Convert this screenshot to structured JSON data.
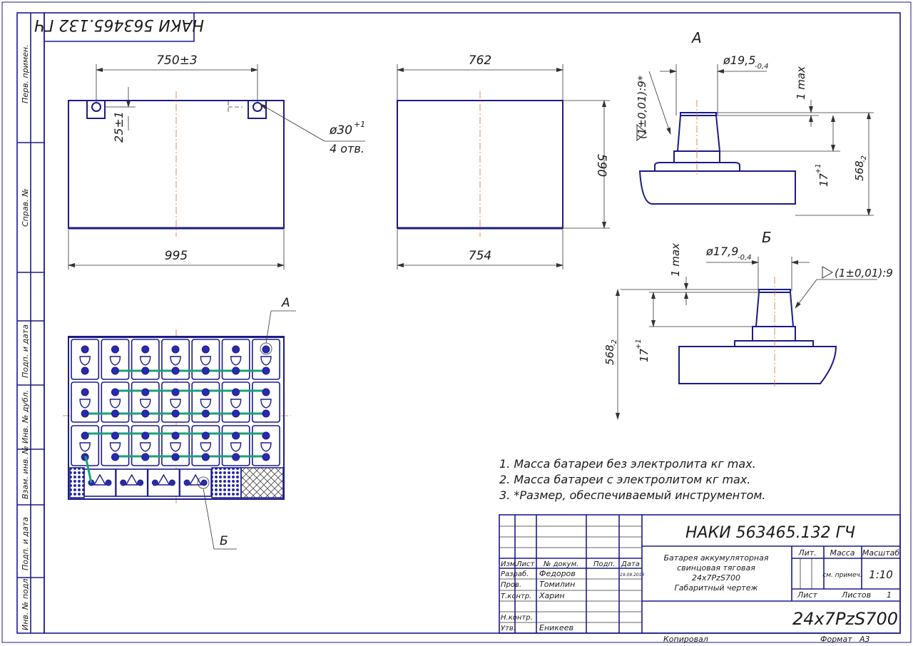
{
  "stamp": {
    "doc_number": "НАКИ 563465.132 ГЧ",
    "doc_number_mirrored": "НАКИ 563465.132 ГЧ",
    "description_lines": [
      "Батарея аккумуляторная",
      "свинцовая тяговая",
      "24х7PzS700",
      "Габаритный чертеж"
    ],
    "type_code": "24x7PzS700",
    "headers": {
      "izm": "Изм.",
      "list": "Лист",
      "n_dokum": "№ докум.",
      "podp": "Подп.",
      "data": "Дата"
    },
    "roles": {
      "razrab": "Разраб.",
      "prov": "Пров.",
      "tkontr": "Т.контр.",
      "nkontr": "Н.контр.",
      "utv": "Утв."
    },
    "names": {
      "razrab": "Федоров",
      "prov": "Томилин",
      "tkontr": "Харин",
      "utv": "Еникеев"
    },
    "date": "19.09.2013",
    "lit_label": "Лит.",
    "massa_label": "Масса",
    "masshtab_label": "Масштаб",
    "massa_value": "см. примеч.",
    "masshtab_value": "1:10",
    "list_label": "Лист",
    "listov_label": "Листов",
    "listov_value": "1",
    "kopiroval": "Копировал",
    "format_label": "Формат",
    "format_value": "А3"
  },
  "left_strip": [
    "Перв. примен.",
    "Справ. №",
    "Подп. и дата",
    "Инв. № дубл.",
    "Взам. инв. №",
    "Подп. и дата",
    "Инв. № подл."
  ],
  "dimensions": {
    "top_span": "750±3",
    "hole_offset": "25±1",
    "hole_dia": "ø30",
    "hole_dia_tol": "+1",
    "hole_count": "4 отв.",
    "length": "995",
    "side_top": "762",
    "side_bottom": "754",
    "height": "590"
  },
  "detail_a": {
    "label": "А",
    "dia": "ø19,5",
    "dia_tol": "-0,4",
    "taper": "(1±0,01):9*",
    "max": "1 max",
    "h17": "17",
    "h17_tol": "+1",
    "h568": "568",
    "h568_tol": "-2"
  },
  "detail_b": {
    "label": "Б",
    "dia": "ø17,9",
    "dia_tol": "-0,4",
    "taper": "(1±0,01):9",
    "max": "1 max",
    "h17": "17",
    "h17_tol": "+1",
    "h568": "568",
    "h568_tol": "-2"
  },
  "callouts": {
    "a": "А",
    "b": "Б"
  },
  "notes": [
    "1. Масса батареи без электролита   кг max.",
    "2. Масса батареи с электролитом   кг max.",
    "3. *Размер, обеспечиваемый инструментом."
  ],
  "colors": {
    "line": "#1b1b8a",
    "axis": "#e07020",
    "bar": "#1aa07a",
    "terminal": "#2a2ab0"
  }
}
